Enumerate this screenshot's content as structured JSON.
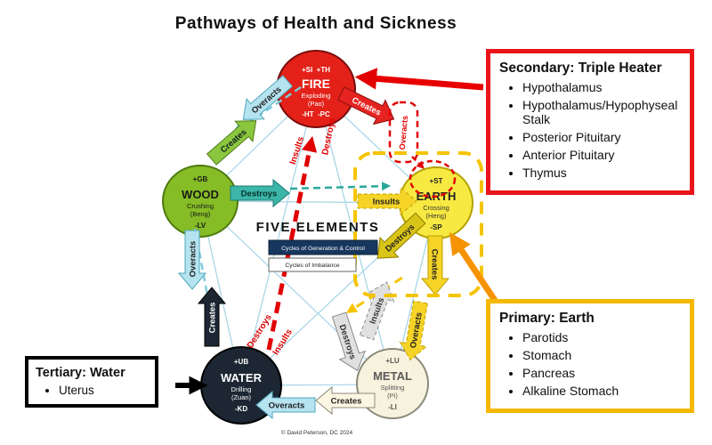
{
  "title": "Pathways of Health and Sickness",
  "center": {
    "heading": "FIVE ELEMENTS",
    "legend_generation": "Cycles of Generation & Control",
    "legend_imbalance": "Cycles of Imbalance"
  },
  "copyright": "© David Peterson, DC 2024",
  "labels": {
    "creates": "Creates",
    "destroys": "Destroys",
    "insults": "Insults",
    "overacts": "Overacts"
  },
  "elements": {
    "fire": {
      "top": "+SI  +TH",
      "name": "FIRE",
      "style": "Exploding",
      "pinyin": "(Pao)",
      "bottom": "-HT  -PC",
      "color": "#e32119"
    },
    "earth": {
      "top": "+ST",
      "name": "EARTH",
      "style": "Crossing",
      "pinyin": "(Heng)",
      "bottom": "-SP",
      "color": "#f7e942"
    },
    "wood": {
      "top": "+GB",
      "name": "WOOD",
      "style": "Crushing",
      "pinyin": "(Beng)",
      "bottom": "-LV",
      "color": "#86bc25"
    },
    "water": {
      "top": "+UB",
      "name": "WATER",
      "style": "Drilling",
      "pinyin": "(Zuan)",
      "bottom": "-KD",
      "color": "#1c2733"
    },
    "metal": {
      "top": "+LU",
      "name": "METAL",
      "style": "Splitting",
      "pinyin": "(Pi)",
      "bottom": "-LI",
      "color": "#f7f2dd"
    }
  },
  "callouts": {
    "secondary": {
      "title": "Secondary: Triple Heater",
      "items": [
        "Hypothalamus",
        "Hypothalamus/Hypophyseal Stalk",
        "Posterior Pituitary",
        "Anterior Pituitary",
        "Thymus"
      ],
      "border_color": "#e9151b"
    },
    "primary": {
      "title": "Primary: Earth",
      "items": [
        "Parotids",
        "Stomach",
        "Pancreas",
        "Alkaline Stomach"
      ],
      "border_color": "#f5b800"
    },
    "tertiary": {
      "title": "Tertiary: Water",
      "items": [
        "Uterus"
      ],
      "border_color": "#000000"
    }
  },
  "colors": {
    "creates_green": "#8bc63f",
    "destroys_teal": "#3cb6a8",
    "imbalance_red": "#e00100",
    "overacts_cyan": "#b5e3ef",
    "primary_highlight_yellow": "#f5c400",
    "secondary_highlight_red": "#e9151b"
  }
}
